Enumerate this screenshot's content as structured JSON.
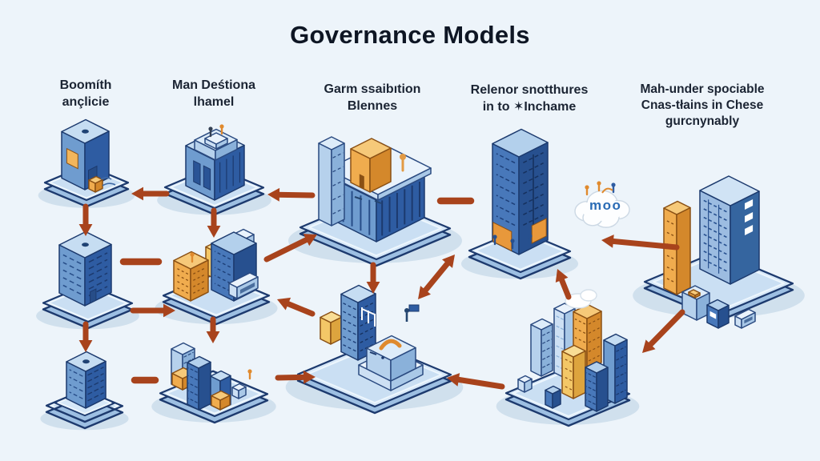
{
  "title": "Governance Models",
  "labels": [
    {
      "lines": [
        "Boomíth",
        "ançlicie"
      ]
    },
    {
      "lines": [
        "Man Deśtiona",
        "lhamel"
      ]
    },
    {
      "lines": [
        "Garm ssaibıtion",
        "Blennes"
      ]
    },
    {
      "lines": [
        "Relenor snotthures",
        "in to ✶Inchame"
      ]
    },
    {
      "lines": [
        "Mah-under spociable",
        "Cnas-tłains in Chese",
        "gurcnynably"
      ]
    }
  ],
  "cloud": {
    "text": "moo"
  },
  "colors": {
    "background": "#edf4fa",
    "title": "#0e1624",
    "label": "#1b2433",
    "arrow": "#a8431c",
    "cloud_text": "#2a6bb5"
  }
}
